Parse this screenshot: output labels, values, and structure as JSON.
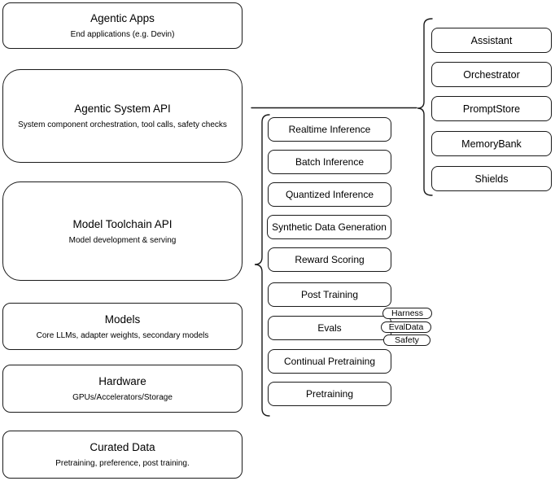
{
  "diagram": {
    "left_column": {
      "boxes": [
        {
          "title": "Agentic Apps",
          "subtitle": "End applications (e.g. Devin)"
        },
        {
          "title": "Agentic System API",
          "subtitle": "System component orchestration, tool calls, safety checks"
        },
        {
          "title": "Model Toolchain API",
          "subtitle": "Model development & serving"
        },
        {
          "title": "Models",
          "subtitle": "Core LLMs, adapter weights, secondary models"
        },
        {
          "title": "Hardware",
          "subtitle": "GPUs/Accelerators/Storage"
        },
        {
          "title": "Curated Data",
          "subtitle": "Pretraining, preference, post training."
        }
      ]
    },
    "toolchain_services": {
      "items": [
        {
          "label": "Realtime Inference"
        },
        {
          "label": "Batch Inference"
        },
        {
          "label": "Quantized Inference"
        },
        {
          "label": "Synthetic Data Generation"
        },
        {
          "label": "Reward Scoring"
        },
        {
          "label": "Post Training"
        },
        {
          "label": "Evals"
        },
        {
          "label": "Continual Pretraining"
        },
        {
          "label": "Pretraining"
        }
      ],
      "evals_tags": [
        {
          "label": "Harness"
        },
        {
          "label": "EvalData"
        },
        {
          "label": "Safety"
        }
      ]
    },
    "system_components": {
      "items": [
        {
          "label": "Assistant"
        },
        {
          "label": "Orchestrator"
        },
        {
          "label": "PromptStore"
        },
        {
          "label": "MemoryBank"
        },
        {
          "label": "Shields"
        }
      ]
    },
    "colors": {
      "stroke": "#1a1a1a",
      "background": "#ffffff",
      "text": "#000000"
    }
  }
}
